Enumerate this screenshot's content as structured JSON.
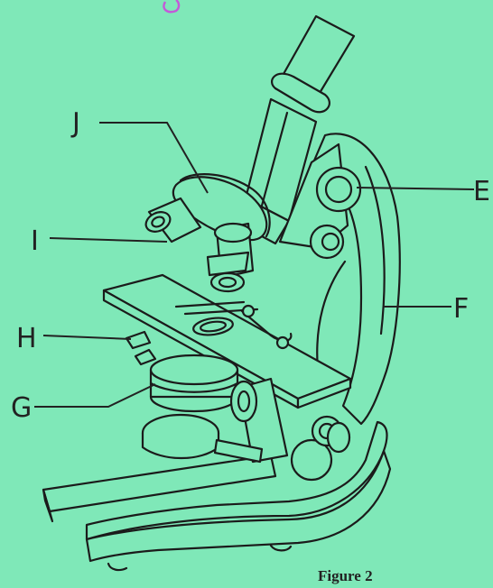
{
  "figure": {
    "caption": "Figure 2",
    "background": "#7fe8b8",
    "labels": {
      "J": "J",
      "I": "I",
      "H": "H",
      "G": "G",
      "E": "E",
      "F": "F"
    }
  }
}
